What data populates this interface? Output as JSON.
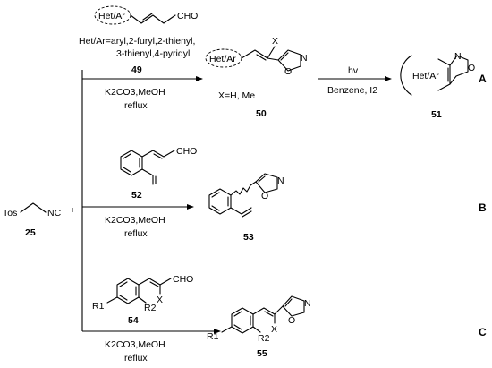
{
  "reagent": {
    "name": "Tos",
    "nc": "NC",
    "number": "25",
    "plus": "+"
  },
  "route_a": {
    "route_label": "A",
    "het_ar": "Het/Ar",
    "cho": "CHO",
    "substituent_line1": "Het/Ar=aryl,2-furyl,2-thienyl,",
    "substituent_line2": "3-thienyl,4-pyridyl",
    "aldehyde_number": "49",
    "conditions_1": "K2CO3,MeOH",
    "conditions_2": "reflux",
    "product_number": "50",
    "product_x": "X",
    "x_definition": "X=H, Me",
    "atom_o": "O",
    "atom_n": "N",
    "light": "hv",
    "photo_conditions": "Benzene, I2",
    "final_het_ar": "Het/Ar",
    "final_number": "51"
  },
  "route_b": {
    "route_label": "B",
    "cho": "CHO",
    "aldehyde_number": "52",
    "conditions_1": "K2CO3,MeOH",
    "conditions_2": "reflux",
    "product_number": "53",
    "atom_o": "O",
    "atom_n": "N"
  },
  "route_c": {
    "route_label": "C",
    "cho": "CHO",
    "r1": "R1",
    "r2": "R2",
    "x": "X",
    "aldehyde_number": "54",
    "conditions_1": "K2CO3,MeOH",
    "conditions_2": "reflux",
    "product_number": "55",
    "product_r1": "R1",
    "product_r2": "R2",
    "product_x": "X",
    "atom_o": "O",
    "atom_n": "N"
  }
}
